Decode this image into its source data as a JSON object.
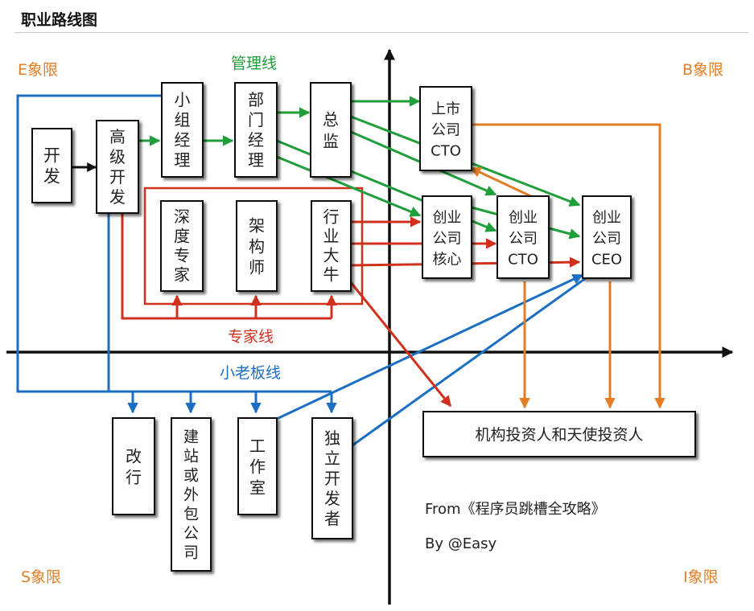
{
  "title": "职业路线图",
  "quadrants": {
    "e": "E象限",
    "b": "B象限",
    "s": "S象限",
    "i": "I象限"
  },
  "lines": {
    "management": "管理线",
    "expert": "专家线",
    "small_boss": "小老板线"
  },
  "boxes": {
    "dev": [
      "开",
      "发"
    ],
    "senior_dev": [
      "高",
      "级",
      "开",
      "发"
    ],
    "team_manager": [
      "小",
      "组",
      "经",
      "理"
    ],
    "dept_manager": [
      "部",
      "门",
      "经",
      "理"
    ],
    "director": [
      "总",
      "监"
    ],
    "listed_cto": [
      "上市",
      "公司",
      "CTO"
    ],
    "startup_core": [
      "创业",
      "公司",
      "核心"
    ],
    "startup_cto": [
      "创业",
      "公司",
      "CTO"
    ],
    "startup_ceo": [
      "创业",
      "公司",
      "CEO"
    ],
    "deep_expert": [
      "深",
      "度",
      "专",
      "家"
    ],
    "architect": [
      "架",
      "构",
      "师"
    ],
    "industry_star": [
      "行",
      "业",
      "大",
      "牛"
    ],
    "career_change": [
      "改",
      "行"
    ],
    "website_outsourcing": [
      "建",
      "站",
      "或",
      "外",
      "包",
      "公",
      "司"
    ],
    "studio": [
      "工",
      "作",
      "室"
    ],
    "indie_dev": [
      "独",
      "立",
      "开",
      "发",
      "者"
    ],
    "investor": "机构投资人和天使投资人"
  },
  "credits": {
    "source": "From《程序员跳槽全攻略》",
    "author": "By @Easy"
  },
  "colors": {
    "green": "#1f9e3a",
    "red": "#d0311d",
    "blue": "#1a6fc4",
    "orange": "#e27d24",
    "axis": "#111111"
  }
}
